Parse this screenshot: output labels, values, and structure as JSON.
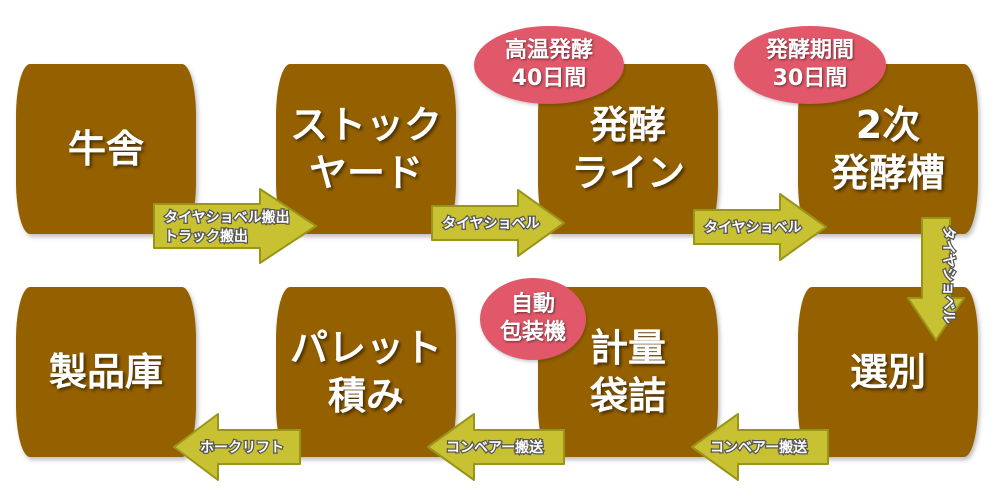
{
  "colors": {
    "box": "#956100",
    "arrow": "#c8c233",
    "bubble": "#e05869",
    "text": "#ffffff"
  },
  "boxes": [
    {
      "id": "cowshed",
      "label": "牛舎"
    },
    {
      "id": "stockyard",
      "label": "ストック\nヤード"
    },
    {
      "id": "fermentation-line",
      "label": "発酵\nライン"
    },
    {
      "id": "secondary-tank",
      "label": "2次\n発酵槽"
    },
    {
      "id": "product-warehouse",
      "label": "製品庫"
    },
    {
      "id": "palletizing",
      "label": "パレット\n積み"
    },
    {
      "id": "weighing-bagging",
      "label": "計量\n袋詰"
    },
    {
      "id": "sorting",
      "label": "選別"
    }
  ],
  "arrows": [
    {
      "from": "cowshed",
      "to": "stockyard",
      "lines": [
        "タイヤショベル搬出",
        "トラック搬出"
      ]
    },
    {
      "from": "stockyard",
      "to": "fermentation-line",
      "lines": [
        "タイヤショベル"
      ]
    },
    {
      "from": "fermentation-line",
      "to": "secondary-tank",
      "lines": [
        "タイヤショベル"
      ]
    },
    {
      "from": "secondary-tank",
      "to": "sorting",
      "lines": [
        "タイヤショベル"
      ]
    },
    {
      "from": "sorting",
      "to": "weighing-bagging",
      "lines": [
        "コンベアー搬送"
      ]
    },
    {
      "from": "weighing-bagging",
      "to": "palletizing",
      "lines": [
        "コンベアー搬送"
      ]
    },
    {
      "from": "palletizing",
      "to": "product-warehouse",
      "lines": [
        "ホークリフト"
      ]
    }
  ],
  "bubbles": [
    {
      "id": "high-temp",
      "label": "高温発酵\n40日間"
    },
    {
      "id": "period",
      "label": "発酵期間\n30日間"
    },
    {
      "id": "auto-pack",
      "label": "自動\n包装機"
    }
  ]
}
